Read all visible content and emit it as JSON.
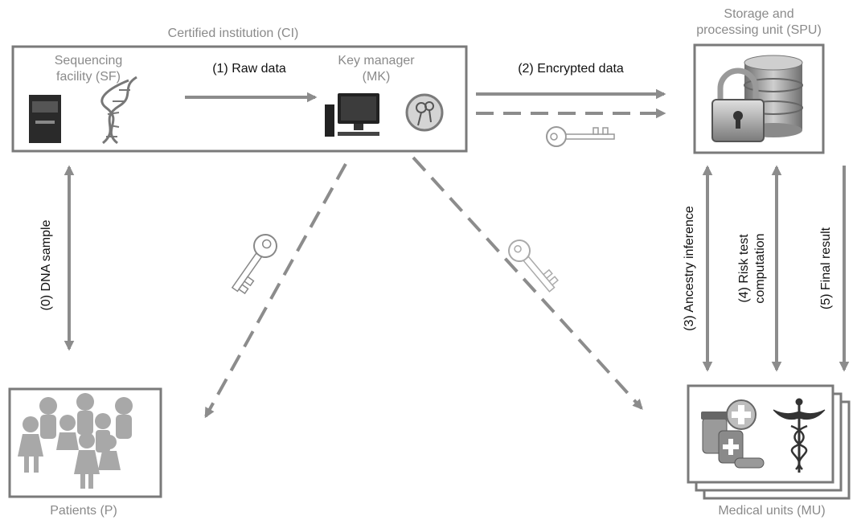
{
  "colors": {
    "arrow": "#8c8c8c",
    "box_border": "#7a7a7a",
    "gray_text": "#8a8a8a",
    "black_text": "#111111"
  },
  "ci": {
    "title": "Certified institution (CI)",
    "sf_line1": "Sequencing",
    "sf_line2": "facility (SF)",
    "mk_line1": "Key manager",
    "mk_line2": "(MK)"
  },
  "spu": {
    "line1": "Storage and",
    "line2": "processing unit (SPU)"
  },
  "patients": {
    "label": "Patients (P)"
  },
  "mu": {
    "label": "Medical units (MU)"
  },
  "steps": {
    "s0": "(0) DNA sample",
    "s1": "(1) Raw data",
    "s2": "(2) Encrypted data",
    "s3": "(3) Ancestry inference",
    "s4_line1": "(4) Risk test",
    "s4_line2": "computation",
    "s5": "(5) Final result"
  },
  "icons": [
    "sequencer-icon",
    "dna-helix-icon",
    "computer-icon",
    "key-manager-icon",
    "key-icon",
    "database-lock-icon",
    "people-icon",
    "medicine-icon",
    "caduceus-icon"
  ]
}
